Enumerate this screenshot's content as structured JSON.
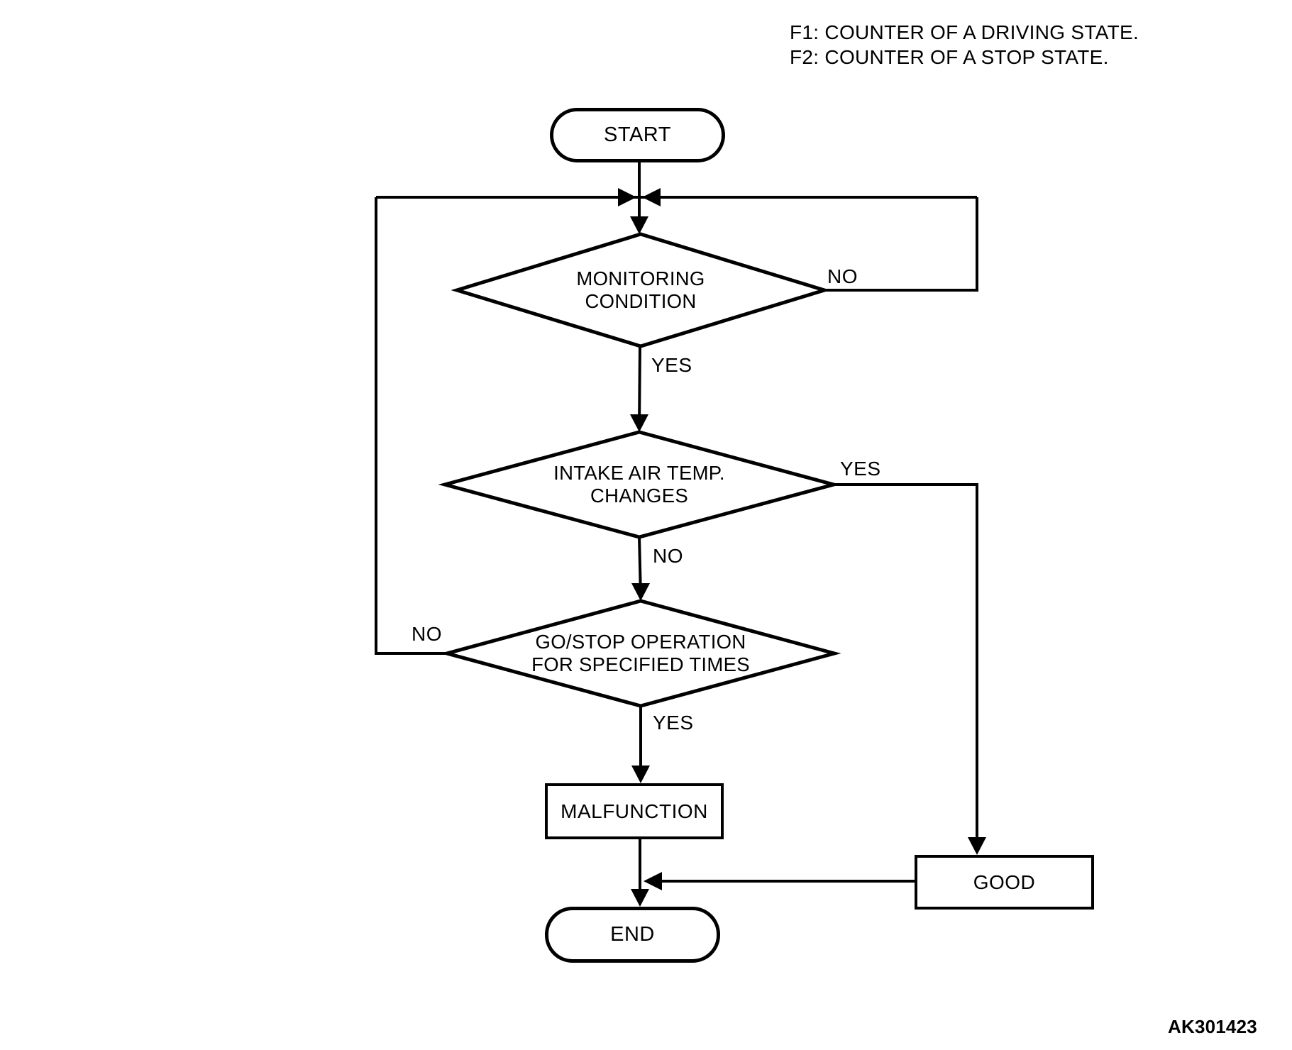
{
  "legend": {
    "line1": "F1: COUNTER OF A DRIVING STATE.",
    "line2": "F2: COUNTER OF A STOP STATE."
  },
  "flowchart": {
    "start": {
      "label": "START"
    },
    "decision_monitoring": {
      "line1": "MONITORING",
      "line2": "CONDITION",
      "no_label": "NO",
      "yes_label": "YES"
    },
    "decision_intake": {
      "line1": "INTAKE AIR TEMP.",
      "line2": "CHANGES",
      "yes_label": "YES",
      "no_label": "NO"
    },
    "decision_gostop": {
      "line1": "GO/STOP OPERATION",
      "line2": "FOR SPECIFIED TIMES",
      "no_label": "NO",
      "yes_label": "YES"
    },
    "malfunction": {
      "label": "MALFUNCTION"
    },
    "good": {
      "label": "GOOD"
    },
    "end": {
      "label": "END"
    }
  },
  "figure_code": "AK301423",
  "colors": {
    "line": "#000000",
    "background": "#ffffff",
    "text": "#000000"
  }
}
